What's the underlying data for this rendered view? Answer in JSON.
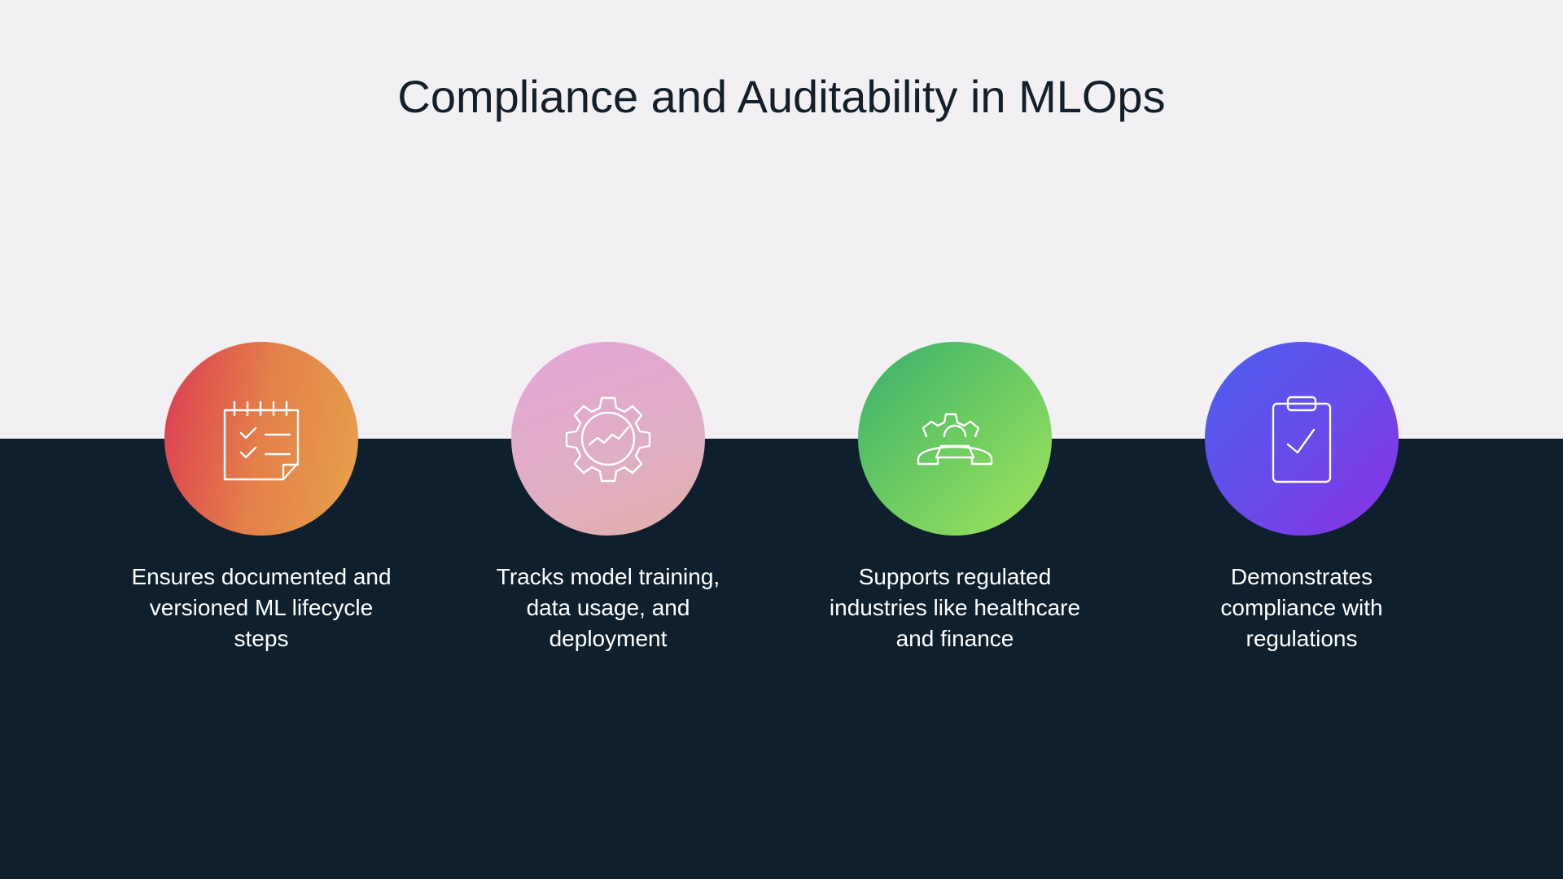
{
  "title": "Compliance and Auditability in MLOps",
  "items": [
    {
      "icon": "checklist-note-icon",
      "text": "Ensures documented and versioned ML lifecycle steps"
    },
    {
      "icon": "gear-chart-icon",
      "text": "Tracks model training, data usage, and deployment"
    },
    {
      "icon": "gear-phone-support-icon",
      "text": "Supports regulated industries like healthcare and finance"
    },
    {
      "icon": "clipboard-check-icon",
      "text": "Demonstrates compliance with regulations"
    }
  ],
  "colors": {
    "background_top": "#f2f0f3",
    "background_bottom": "#0e202d",
    "title": "#13202c"
  }
}
